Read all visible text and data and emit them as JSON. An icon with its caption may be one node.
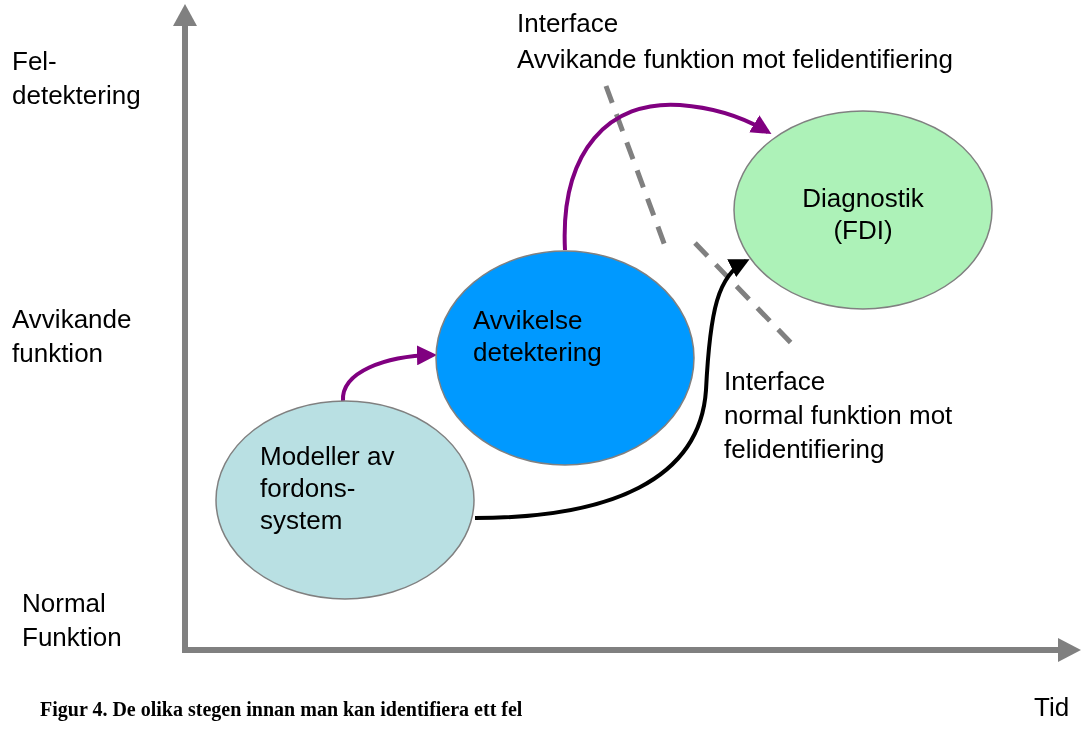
{
  "diagram": {
    "caption": "Figur 4. De olika stegen innan man kan identifiera ett fel",
    "nodes": [
      {
        "text": [
          "Modeller av fordons- system"
        ]
      },
      {
        "text": [
          "Avvikelse detektering"
        ]
      },
      {
        "text": [
          "Diagnostik (FDI)"
        ]
      }
    ],
    "edges": [
      {
        "from": 0,
        "to": 1,
        "arrow": "to"
      },
      {
        "from": 1,
        "to": 2,
        "arrow": "to"
      },
      {
        "from": 0,
        "to": 2,
        "arrow": "to",
        "color": "#000000"
      }
    ],
    "labels": [
      "Interface",
      "Avvikande funktion mot felidentifiering",
      "Fel- detektering",
      "Avvikande funktion",
      "Interface",
      "normal funktion mot felidentifiering",
      "Normal Funktion",
      "Tid"
    ]
  }
}
